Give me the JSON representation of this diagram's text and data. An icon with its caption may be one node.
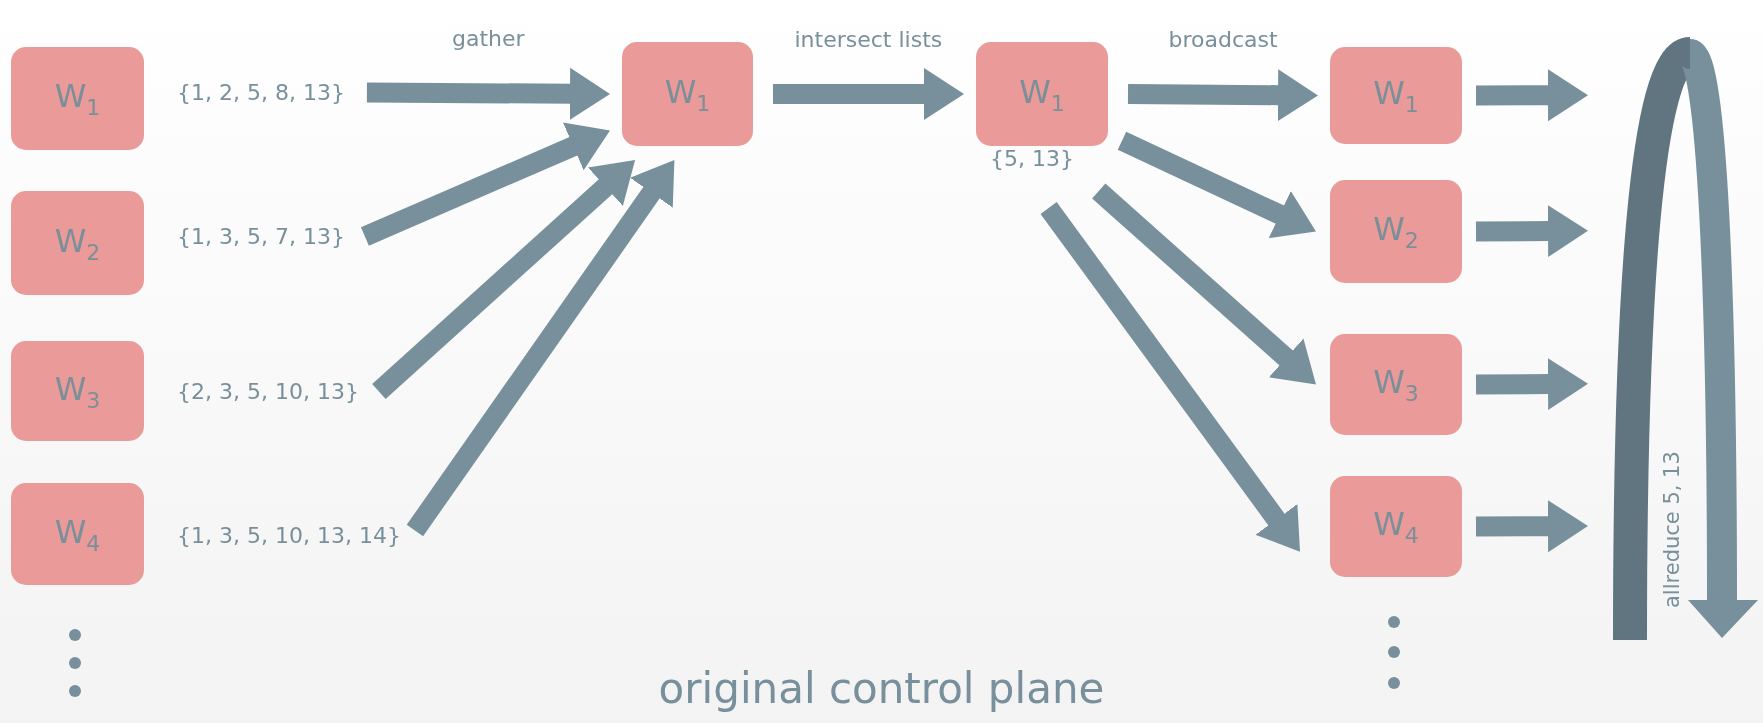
{
  "diagram": {
    "title": "original control plane",
    "nodes": [
      {
        "text": [
          "W$_{1}$"
        ]
      },
      {
        "text": [
          "W$_{2}$"
        ]
      },
      {
        "text": [
          "W$_{3}$"
        ]
      },
      {
        "text": [
          "W$_{4}$"
        ]
      },
      {
        "text": [
          "{1, 2, 5, 8, 13}"
        ]
      },
      {
        "text": [
          "{1, 3, 5, 7, 13}"
        ]
      },
      {
        "text": [
          "{2, 3, 5, 10, 13}"
        ]
      },
      {
        "text": [
          "{1, 3, 5, 10, 13, 14}"
        ]
      },
      {
        "text": [
          "W$_{1}$"
        ]
      },
      {
        "text": [
          "W$_{1}$"
        ],
        "beside": [
          "{5, 13}"
        ]
      },
      {
        "text": [
          "W$_{1}$"
        ]
      },
      {
        "text": [
          "W$_{2}$"
        ]
      },
      {
        "text": [
          "W$_{3}$"
        ]
      },
      {
        "text": [
          "W$_{4}$"
        ]
      },
      {
        "text": [
          "allreduce 5, 13"
        ]
      }
    ],
    "edges": [
      {
        "from": 4,
        "to": 8,
        "arrow": "to",
        "label": "gather"
      },
      {
        "from": 5,
        "to": 8,
        "arrow": "to"
      },
      {
        "from": 6,
        "to": 8,
        "arrow": "to"
      },
      {
        "from": 7,
        "to": 8,
        "arrow": "to"
      },
      {
        "from": 8,
        "to": 9,
        "arrow": "to",
        "label": "intersect lists"
      },
      {
        "from": 9,
        "to": 10,
        "arrow": "to",
        "label": "broadcast"
      },
      {
        "from": 9,
        "to": 11,
        "arrow": "to"
      },
      {
        "from": 9,
        "to": 12,
        "arrow": "to"
      },
      {
        "from": 9,
        "to": 13,
        "arrow": "to"
      },
      {
        "from": 10,
        "to": 14,
        "arrow": "to"
      },
      {
        "from": 11,
        "to": 14,
        "arrow": "to"
      },
      {
        "from": 12,
        "to": 14,
        "arrow": "to"
      },
      {
        "from": 13,
        "to": 14,
        "arrow": "to"
      }
    ]
  }
}
